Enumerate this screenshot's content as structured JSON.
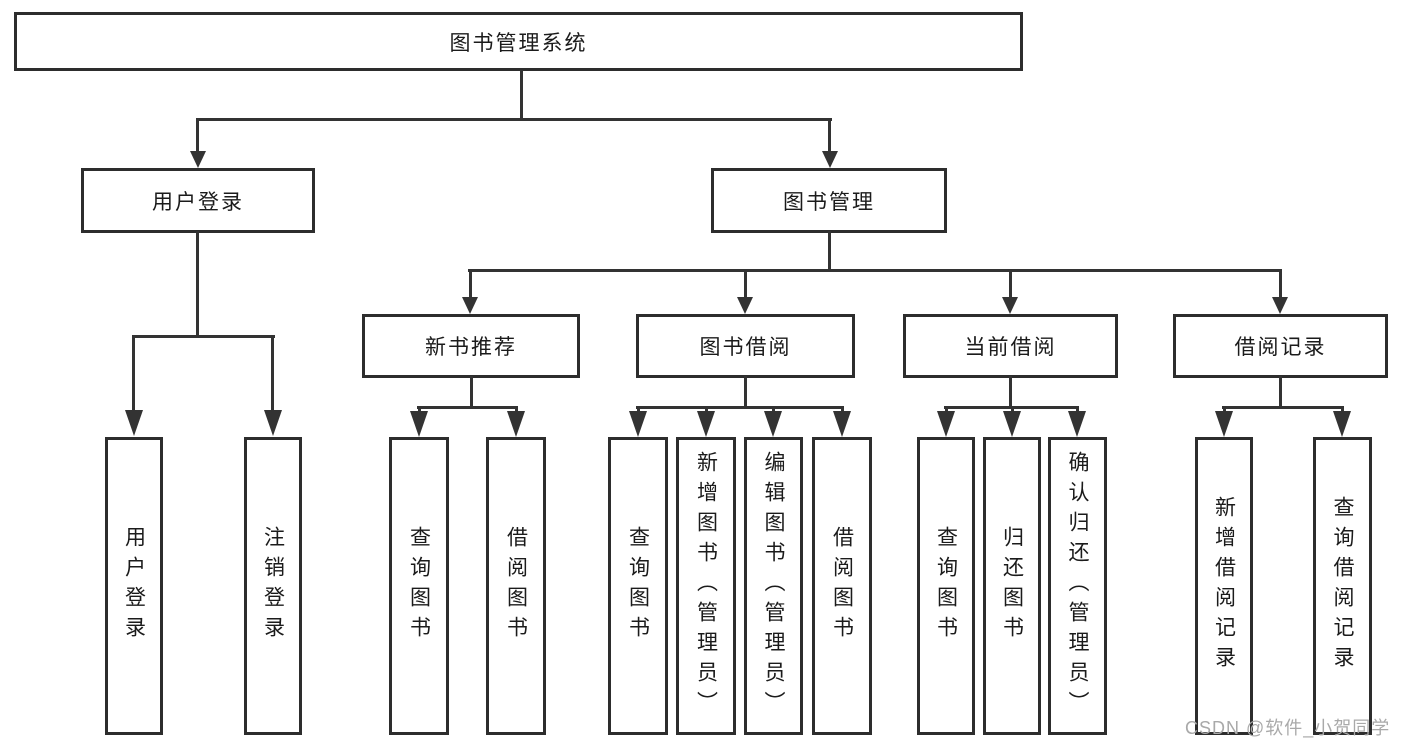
{
  "diagram_type": "hierarchy-tree",
  "colors": {
    "connector_line": "#333333",
    "box_border": "#2d2d2d",
    "text": "#1b1b1b",
    "watermark_text": "#a9a9a9",
    "background": "#ffffff"
  },
  "tree": {
    "label": "图书管理系统",
    "children": [
      {
        "label": "用户登录",
        "children": [
          {
            "label": "用户登录"
          },
          {
            "label": "注销登录"
          }
        ]
      },
      {
        "label": "图书管理",
        "children": [
          {
            "label": "新书推荐",
            "children": [
              {
                "label": "查询图书"
              },
              {
                "label": "借阅图书"
              }
            ]
          },
          {
            "label": "图书借阅",
            "children": [
              {
                "label": "查询图书"
              },
              {
                "label": "新增图书（管理员）"
              },
              {
                "label": "编辑图书（管理员）"
              },
              {
                "label": "借阅图书"
              }
            ]
          },
          {
            "label": "当前借阅",
            "children": [
              {
                "label": "查询图书"
              },
              {
                "label": "归还图书"
              },
              {
                "label": "确认归还（管理员）"
              }
            ]
          },
          {
            "label": "借阅记录",
            "children": [
              {
                "label": "新增借阅记录"
              },
              {
                "label": "查询借阅记录"
              }
            ]
          }
        ]
      }
    ]
  },
  "watermark": {
    "text": "CSDN @软件_小贺同学"
  }
}
